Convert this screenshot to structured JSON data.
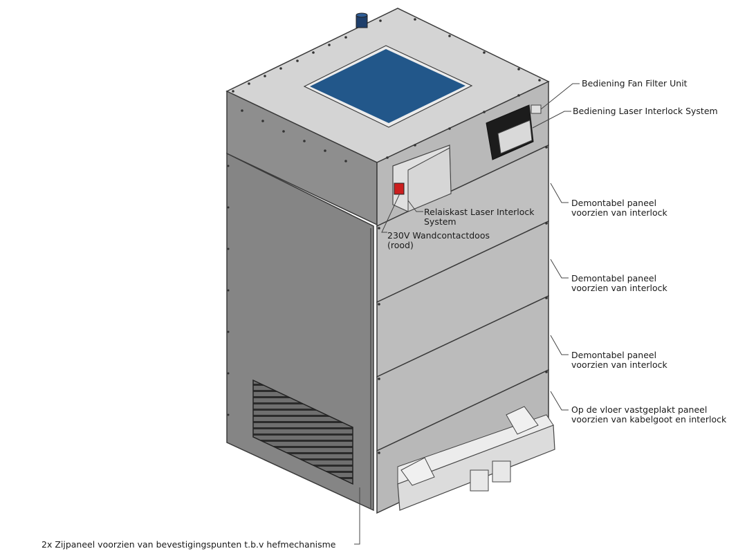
{
  "labels": {
    "fan_filter": [
      "Bediening Fan Filter Unit"
    ],
    "laser_interlock": [
      "Bediening Laser Interlock System"
    ],
    "relaiskast": [
      "Relaiskast Laser Interlock",
      "System"
    ],
    "wandcontactdoos": [
      "230V Wandcontactdoos",
      "(rood)"
    ],
    "panel_1": [
      "Demontabel paneel",
      "voorzien van interlock"
    ],
    "panel_2": [
      "Demontabel paneel",
      "voorzien van interlock"
    ],
    "panel_3": [
      "Demontabel paneel",
      "voorzien van interlock"
    ],
    "floor_panel": [
      "Op de vloer vastgeplakt paneel",
      "voorzien van kabelgoot en interlock"
    ],
    "side_panel": [
      "2x Zijpaneel voorzien van bevestigingspunten t.b.v hefmechanisme"
    ]
  },
  "colors": {
    "top_face": "#d4d4d4",
    "front_face": "#bdbdbd",
    "side_face": "#8c8c8c",
    "filter": "#22578a",
    "outline": "#3a3a3a",
    "socket": "#cc1f1f",
    "leader": "#444444"
  }
}
